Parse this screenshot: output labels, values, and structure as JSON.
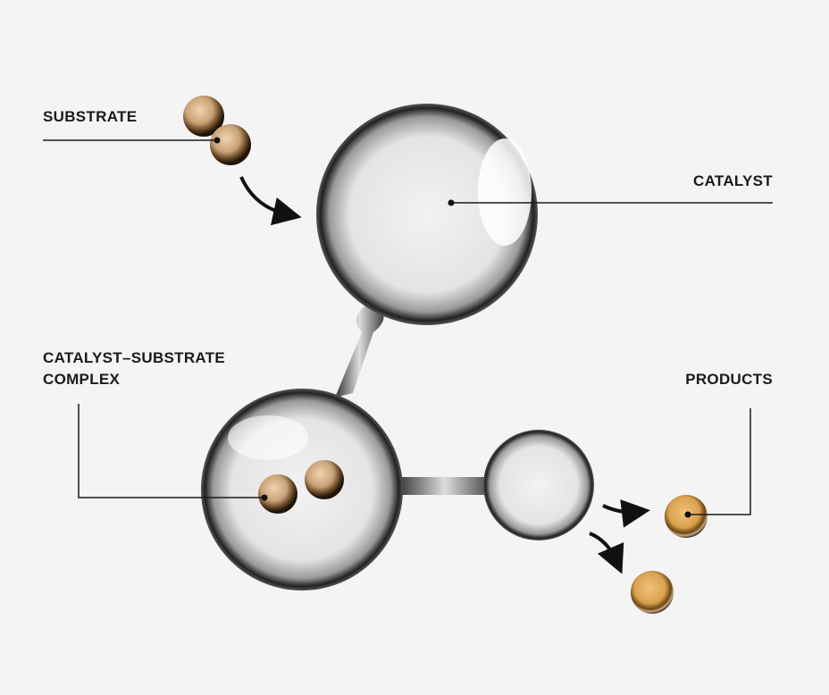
{
  "labels": {
    "substrate": "SUBSTRATE",
    "catalyst": "CATALYST",
    "complex_line1": "CATALYST–SUBSTRATE",
    "complex_line2": "COMPLEX",
    "products": "PRODUCTS"
  },
  "colors": {
    "background": "#f4f4f4",
    "line": "#1a1a1a",
    "substrate_gold": "#c9a276",
    "product_gold": "#d9a24e"
  }
}
